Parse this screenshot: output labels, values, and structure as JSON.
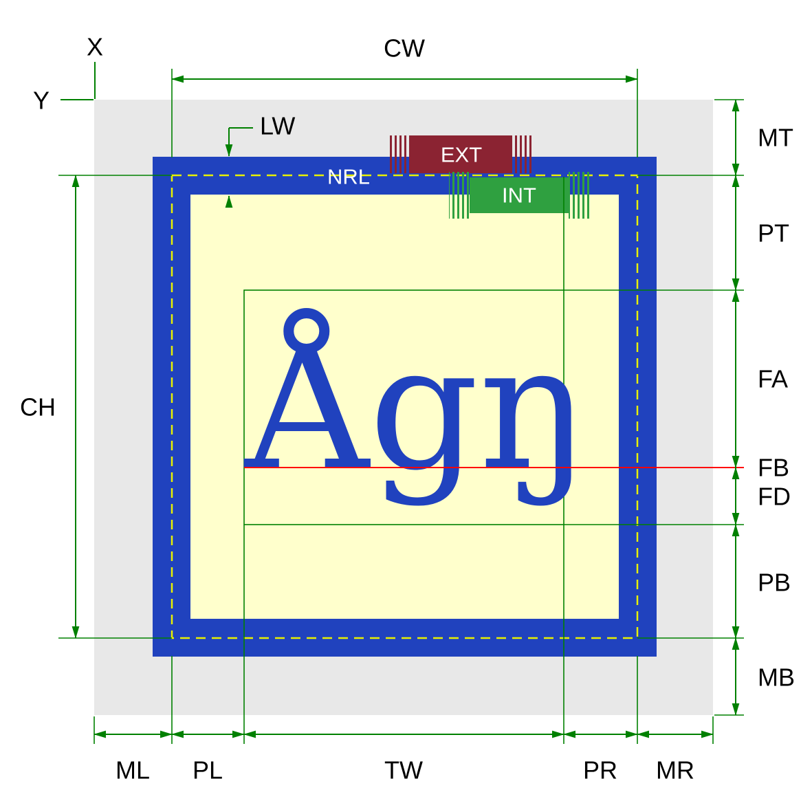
{
  "diagram": {
    "glyph_sample": "Ågŋ",
    "origin_labels": {
      "x": "X",
      "y": "Y"
    },
    "horizontal_dimensions": {
      "cw": "CW",
      "ml": "ML",
      "pl": "PL",
      "tw": "TW",
      "pr": "PR",
      "mr": "MR"
    },
    "vertical_dimensions": {
      "ch": "CH",
      "mt": "MT",
      "pt": "PT",
      "fa": "FA",
      "fd": "FD",
      "pb": "PB",
      "mb": "MB"
    },
    "line_labels": {
      "lw": "LW",
      "nrl": "NRL",
      "fb": "FB"
    },
    "leading_boxes": {
      "ext": "EXT",
      "int": "INT"
    },
    "colors": {
      "margin": "#e8e8e8",
      "border": "#2042be",
      "padding": "#ffffcc",
      "dimension_green": "#008000",
      "baseline_red": "#ff0000",
      "fb_label_maroon": "#990000",
      "ext_fill": "#8b2332",
      "int_fill": "#2fa040",
      "rule_dash_yellow": "#e8f000",
      "glyph_blue": "#2042be",
      "label_black": "#000000",
      "overlay_label_white": "#ffffff"
    }
  }
}
